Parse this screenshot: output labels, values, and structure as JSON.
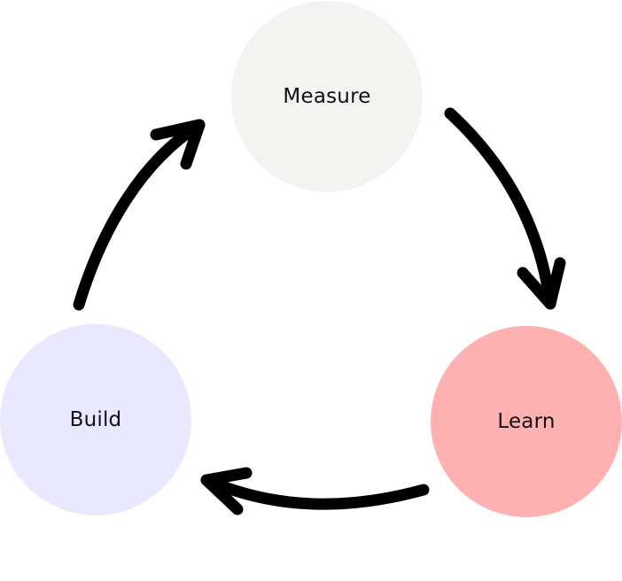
{
  "diagram": {
    "nodes": [
      {
        "id": "measure",
        "label": "Measure",
        "color": "#F3F3F1"
      },
      {
        "id": "learn",
        "label": "Learn",
        "color": "#FFB1B1"
      },
      {
        "id": "build",
        "label": "Build",
        "color": "#E9E8FF"
      }
    ],
    "edges": [
      {
        "from": "build",
        "to": "measure",
        "icon": "curved-arrow-icon"
      },
      {
        "from": "measure",
        "to": "learn",
        "icon": "curved-arrow-icon"
      },
      {
        "from": "learn",
        "to": "build",
        "icon": "curved-arrow-icon"
      }
    ],
    "arrow_color": "#000000"
  }
}
